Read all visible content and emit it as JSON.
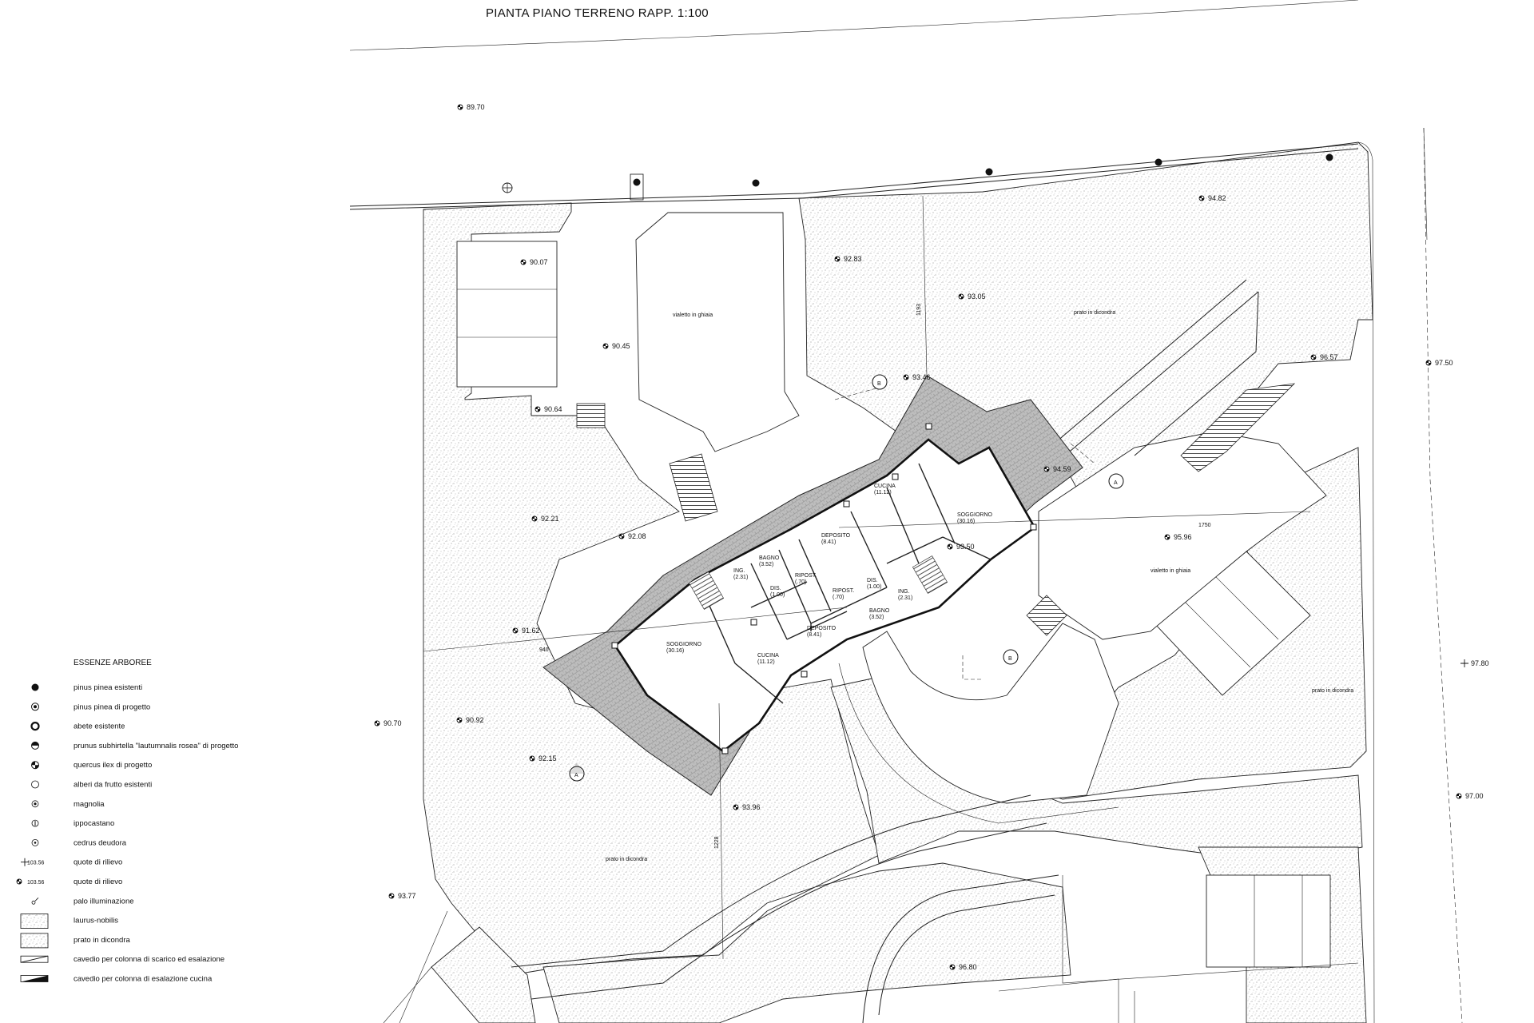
{
  "drawing": {
    "title": "PIANTA PIANO TERRENO RAPP. 1:100"
  },
  "elevations": [
    {
      "id": "e1",
      "value": "89.70"
    },
    {
      "id": "e2",
      "value": "90.07"
    },
    {
      "id": "e3",
      "value": "90.45"
    },
    {
      "id": "e4",
      "value": "90.64"
    },
    {
      "id": "e5",
      "value": "92.21"
    },
    {
      "id": "e6",
      "value": "92.08"
    },
    {
      "id": "e7",
      "value": "91.62"
    },
    {
      "id": "e8",
      "value": "90.92"
    },
    {
      "id": "e9",
      "value": "90.70"
    },
    {
      "id": "e10",
      "value": "92.15"
    },
    {
      "id": "e11",
      "value": "93.96"
    },
    {
      "id": "e12",
      "value": "93.77"
    },
    {
      "id": "e13",
      "value": "92.83"
    },
    {
      "id": "e14",
      "value": "93.05"
    },
    {
      "id": "e15",
      "value": "93.46"
    },
    {
      "id": "e16",
      "value": "94.82"
    },
    {
      "id": "e17",
      "value": "96.57"
    },
    {
      "id": "e18",
      "value": "94.59"
    },
    {
      "id": "e19",
      "value": "95.96"
    },
    {
      "id": "e20",
      "value": "93.50"
    },
    {
      "id": "e21",
      "value": "96.80"
    },
    {
      "id": "e22",
      "value": "97.50"
    },
    {
      "id": "e23",
      "value": "97.00"
    },
    {
      "id": "e24",
      "value": "97.80"
    }
  ],
  "area_labels": {
    "vialetto_1": "vialetto in ghiaia",
    "vialetto_2": "vialetto in ghiaia",
    "prato_1": "prato in dicondra",
    "prato_2": "prato in dicondra",
    "prato_3": "prato in dicondra"
  },
  "dimensions": {
    "d1750": "1750",
    "d940": "940",
    "d1193": "1193",
    "d1228": "1228"
  },
  "section_markers": {
    "a_left": "A",
    "a_right": "A",
    "b_top": "B",
    "b_bottom": "B"
  },
  "rooms": [
    {
      "id": "r1",
      "name": "SOGGIORNO",
      "area": "(30.16)"
    },
    {
      "id": "r2",
      "name": "CUCINA",
      "area": "(11.12)"
    },
    {
      "id": "r3",
      "name": "ING.",
      "area": "(2.31)"
    },
    {
      "id": "r4",
      "name": "BAGNO",
      "area": "(3.52)"
    },
    {
      "id": "r5",
      "name": "DIS.",
      "area": "(1.00)"
    },
    {
      "id": "r6",
      "name": "RIPOST.",
      "area": "(.70)"
    },
    {
      "id": "r7",
      "name": "DEPOSITO",
      "area": "(8.41)"
    },
    {
      "id": "r8",
      "name": "DEPOSITO",
      "area": "(8.41)"
    },
    {
      "id": "r9",
      "name": "CUCINA",
      "area": "(11.12)"
    },
    {
      "id": "r10",
      "name": "SOGGIORNO",
      "area": "(30.16)"
    },
    {
      "id": "r11",
      "name": "RIPOST.",
      "area": "(.70)"
    },
    {
      "id": "r12",
      "name": "DIS.",
      "area": "(1.00)"
    },
    {
      "id": "r13",
      "name": "ING.",
      "area": "(2.31)"
    },
    {
      "id": "r14",
      "name": "BAGNO",
      "area": "(3.52)"
    }
  ],
  "legend": {
    "title": "ESSENZE ARBOREE",
    "items": [
      {
        "symbol": "filled-dot",
        "label": "pinus pinea esistenti",
        "value": ""
      },
      {
        "symbol": "dot-ring",
        "label": "pinus pinea di progetto",
        "value": ""
      },
      {
        "symbol": "thick-ring",
        "label": "abete esistente",
        "value": ""
      },
      {
        "symbol": "half-circle",
        "label": "prunus subhirtella \"lautumnalis rosea\" di progetto",
        "value": ""
      },
      {
        "symbol": "quarter-circle",
        "label": "quercus ilex di progetto",
        "value": ""
      },
      {
        "symbol": "open-circle",
        "label": "alberi da frutto esistenti",
        "value": ""
      },
      {
        "symbol": "circle-dot-small",
        "label": "magnolia",
        "value": ""
      },
      {
        "symbol": "circle-line",
        "label": "ippocastano",
        "value": ""
      },
      {
        "symbol": "circle-dot",
        "label": "cedrus deudora",
        "value": ""
      },
      {
        "symbol": "cross",
        "label": "quote di rilievo",
        "value": "103.56"
      },
      {
        "symbol": "elev-mark",
        "label": "quote di rilievo",
        "value": "103.56"
      },
      {
        "symbol": "lamp",
        "label": "palo illuminazione",
        "value": ""
      },
      {
        "symbol": "hatch-box",
        "label": "laurus-nobilis",
        "value": ""
      },
      {
        "symbol": "plain-box",
        "label": "prato in dicondra",
        "value": ""
      },
      {
        "symbol": "chimney-open",
        "label": "cavedio per colonna di scarico ed esalazione",
        "value": ""
      },
      {
        "symbol": "chimney-filled",
        "label": "cavedio per colonna di esalazione cucina",
        "value": ""
      }
    ]
  }
}
